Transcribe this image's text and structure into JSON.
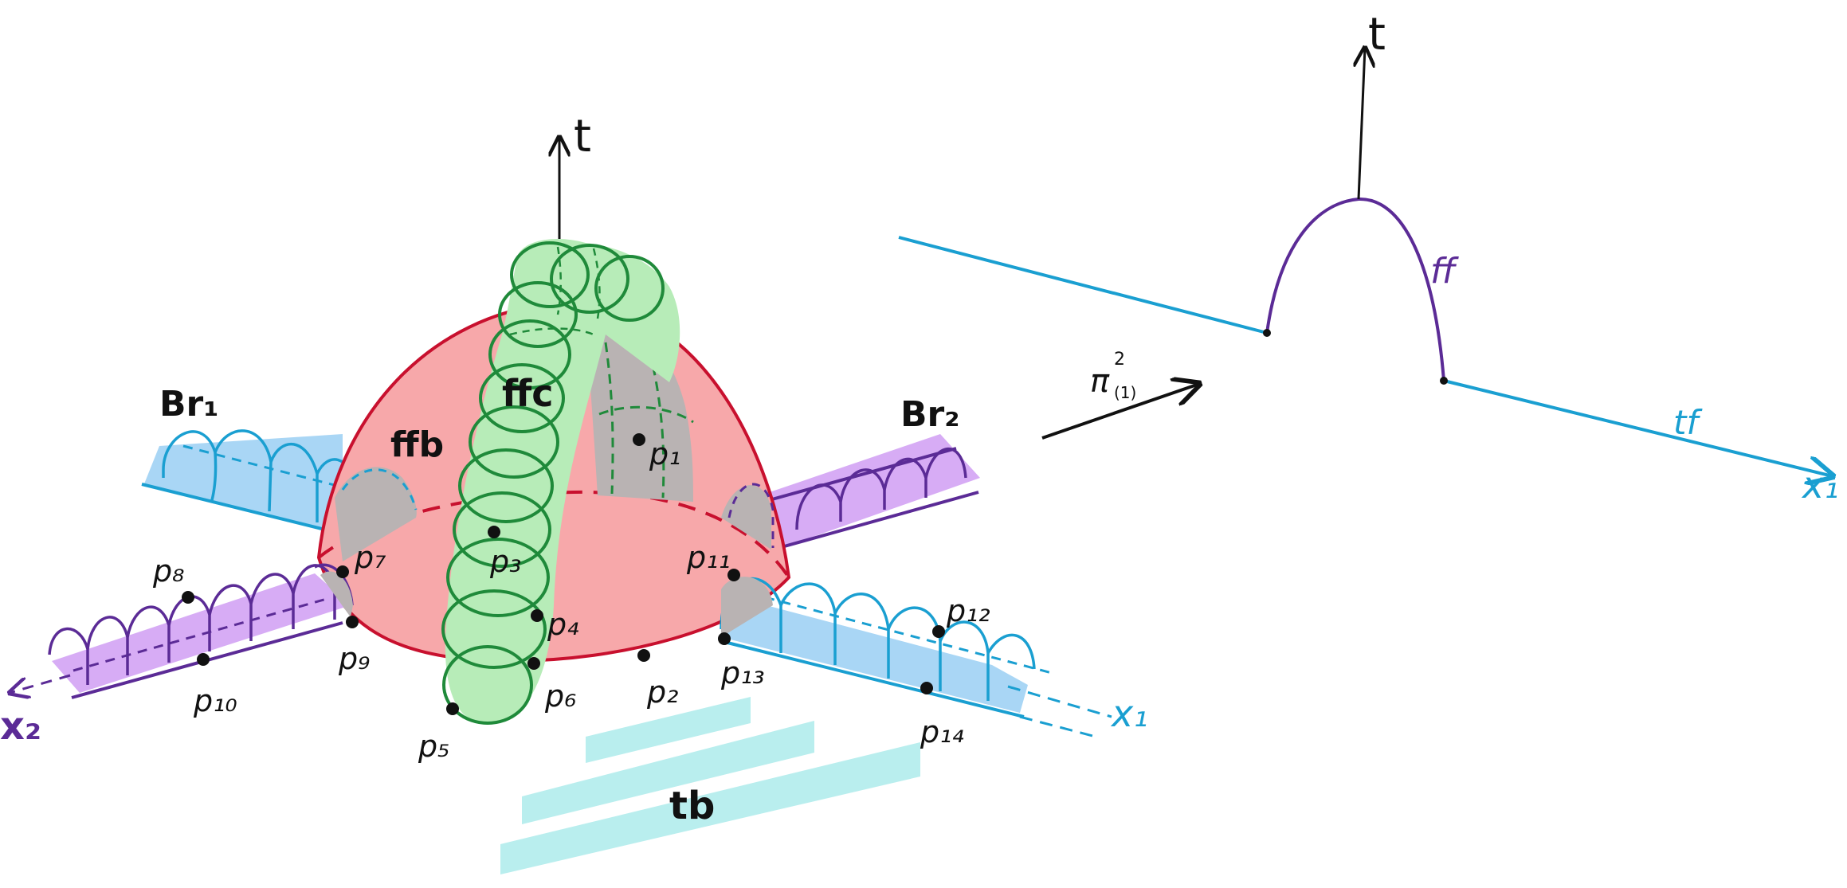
{
  "colors": {
    "ink": "#111111",
    "red_outline": "#c8102e",
    "red_fill": "#f7a8aa",
    "green_outline": "#1f8a3a",
    "green_fill": "#b7ecb8",
    "blue_outline": "#1a9fd1",
    "blue_fill": "#a9d6f5",
    "purple_outline": "#5b2b96",
    "purple_fill": "#d7acf5",
    "teal_fill": "#b9eeee",
    "gray_fill": "#b9b3b3"
  },
  "left_diagram": {
    "axis_t": "t",
    "axis_x2": "x₂",
    "axis_x1": "x₁",
    "faces": {
      "ff_b": "ffb",
      "ff_c": "ffc",
      "br_1": "Br₁",
      "br_2": "Br₂",
      "tb": "tb"
    },
    "points": {
      "p1": "p₁",
      "p2": "p₂",
      "p3": "p₃",
      "p4": "p₄",
      "p5": "p₅",
      "p6": "p₆",
      "p7": "p₇",
      "p8": "p₈",
      "p9": "p₉",
      "p10": "p₁₀",
      "p11": "p₁₁",
      "p12": "p₁₂",
      "p13": "p₁₃",
      "p14": "p₁₄"
    }
  },
  "map_label": {
    "symbol": "π",
    "superscript": "2",
    "subscript": "(1)"
  },
  "right_diagram": {
    "axis_t": "t",
    "axis_x1": "x₁",
    "ff": "ff",
    "tf": "tf"
  }
}
